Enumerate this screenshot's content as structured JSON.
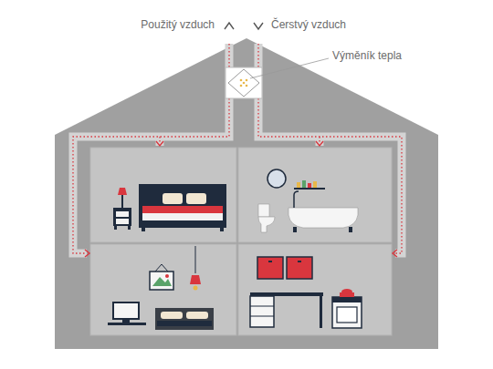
{
  "diagram": {
    "labels": [
      "Použitý vzduch",
      "Čerstvý vzduch",
      "Výměník tepla"
    ]
  }
}
